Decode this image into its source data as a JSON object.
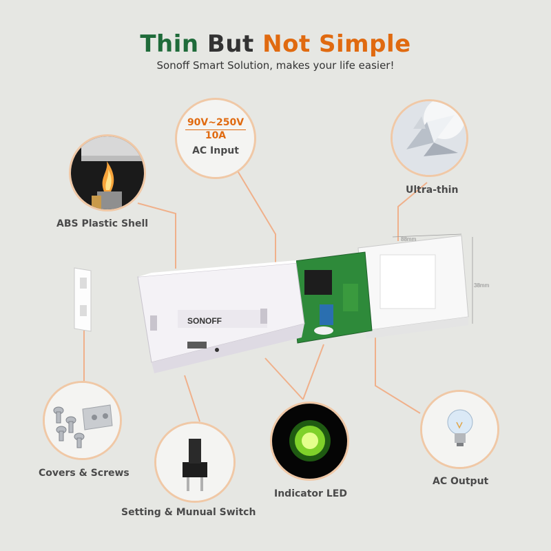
{
  "header": {
    "title_part1": "Thin",
    "title_part2": "But",
    "title_part3": "Not Simple",
    "subtitle": "Sonoff Smart Solution, makes your life easier!"
  },
  "ac_input": {
    "voltage": "90V~250V",
    "current": "10A",
    "label": "AC Input"
  },
  "features": {
    "ultra_thin": "Ultra-thin",
    "abs_shell": "ABS Plastic Shell",
    "covers_screws": "Covers & Screws",
    "setting_switch": "Setting & Munual Switch",
    "indicator_led": "Indicator LED",
    "ac_output": "AC Output"
  },
  "dimensions": {
    "width": "88mm",
    "height": "38mm"
  },
  "device": {
    "brand": "SONOFF"
  },
  "colors": {
    "green": "#1f6b3a",
    "dark": "#333333",
    "orange": "#e06a10",
    "ring": "#f0c8a6",
    "line": "#f0b08a"
  }
}
